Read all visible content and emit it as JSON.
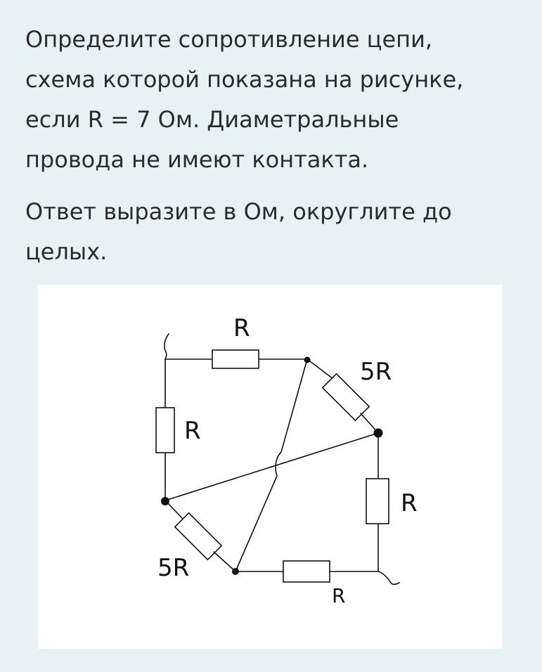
{
  "question": {
    "line1": "Определите сопротивление цепи,",
    "line2": "схема которой показана на рисунке,",
    "line3": "если R = 7 Ом. Диаметральные",
    "line4": "провода не имеют контакта.",
    "answer_line1": "Ответ выразите в Ом, округлите до",
    "answer_line2": "целых."
  },
  "figure": {
    "labels": {
      "top": "R",
      "left": "R",
      "top_right": "5R",
      "right": "R",
      "bottom_left": "5R",
      "bottom": "R"
    }
  }
}
